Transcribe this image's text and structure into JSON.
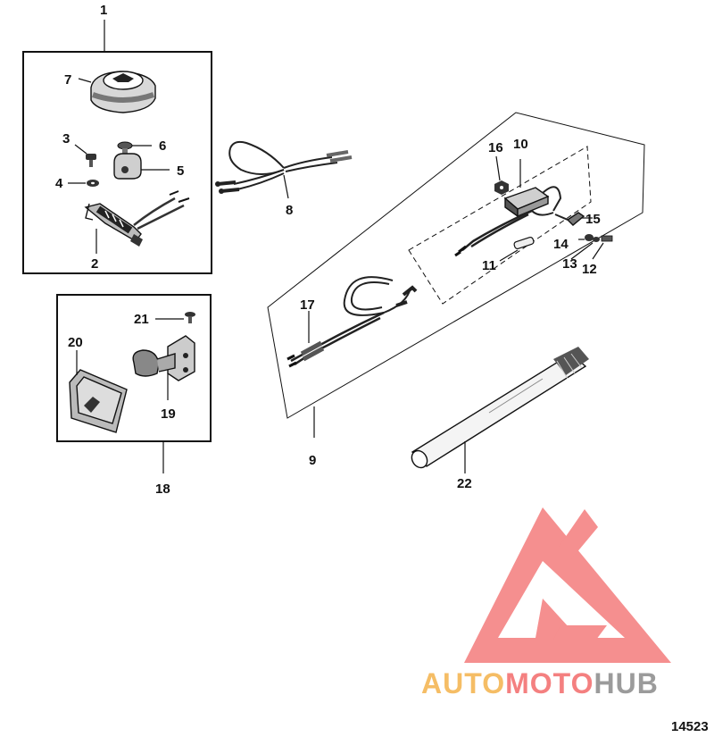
{
  "callouts": {
    "c1": "1",
    "c2": "2",
    "c3": "3",
    "c4": "4",
    "c5": "5",
    "c6": "6",
    "c7": "7",
    "c8": "8",
    "c9": "9",
    "c10": "10",
    "c11": "11",
    "c12": "12",
    "c13": "13",
    "c14": "14",
    "c15": "15",
    "c16": "16",
    "c17": "17",
    "c18": "18",
    "c19": "19",
    "c20": "20",
    "c21": "21",
    "c22": "22"
  },
  "watermark": {
    "part1": "AUTO",
    "part2": "MOTO",
    "part3": "HUB",
    "colors": {
      "auto": "#f3b24a",
      "moto": "#f26a6a",
      "hub": "#8a8a8a",
      "logo": "#f26a6a"
    }
  },
  "reference_number": "14523"
}
